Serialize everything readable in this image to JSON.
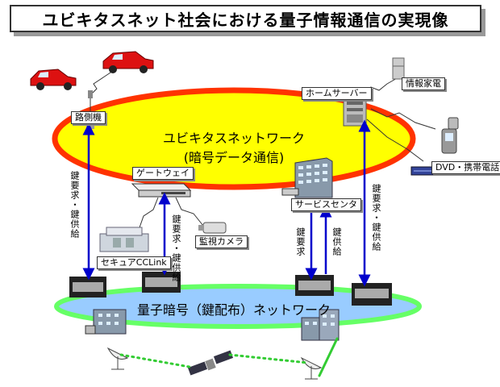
{
  "title": "ユビキタスネット社会における量子情報通信の実現像",
  "upper_ring": {
    "line1": "ユビキタスネットワーク",
    "line2": "(暗号データ通信)"
  },
  "lower_ring": {
    "label": "量子暗号（鍵配布）ネットワーク"
  },
  "labels": {
    "roadside": "路側機",
    "home_server": "ホームサーバー",
    "info_appliance": "情報家電",
    "dvd_phone": "DVD・携帯電話",
    "gateway": "ゲートウェイ",
    "camera": "監視カメラ",
    "secure_link": "セキュアCCLink",
    "service_center": "サービスセンタ"
  },
  "links": {
    "left": "鍵要求・鍵供給",
    "gateway": "鍵要求・鍵供給",
    "service_request": "鍵要求",
    "service_supply": "鍵供給",
    "right": "鍵要求・鍵供給"
  },
  "colors": {
    "ring_fill": "#ffff00",
    "ring_stroke": "#ff3300",
    "lower_fill": "#99ccff",
    "lower_stroke": "#66ff66",
    "arrow": "#0000cc",
    "sat_link": "#33cc33"
  }
}
